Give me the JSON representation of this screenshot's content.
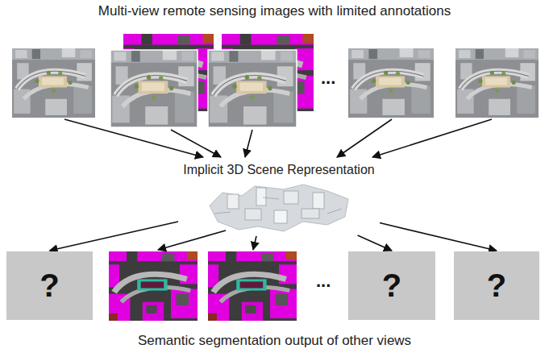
{
  "diagram": {
    "title": "Multi-view remote sensing images with limited annotations",
    "caption": "Semantic segmentation output of other views",
    "nodes": [
      {
        "text": [
          "Implicit 3D Scene Representation"
        ]
      },
      {
        "text": [
          "?"
        ]
      },
      {
        "text": [
          "?"
        ]
      },
      {
        "text": [
          "?"
        ]
      }
    ],
    "edges": [
      {
        "from": 0,
        "to": 1,
        "arrow": "to"
      },
      {
        "from": 0,
        "to": 2,
        "arrow": "to"
      },
      {
        "from": 0,
        "to": 3,
        "arrow": "to"
      }
    ],
    "labels": [
      "...",
      "..."
    ]
  }
}
